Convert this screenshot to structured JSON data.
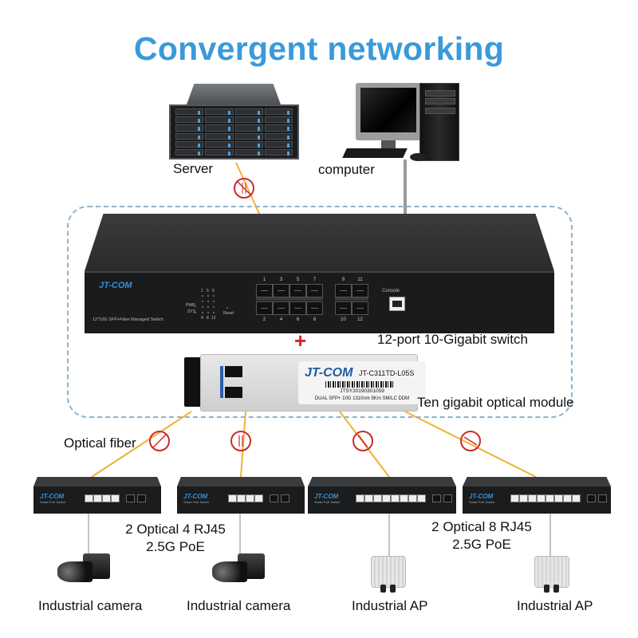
{
  "title": "Convergent networking",
  "top_devices": {
    "server_label": "Server",
    "computer_label": "computer"
  },
  "core_switch": {
    "brand": "JT-COM",
    "model_text": "12*10G SFP+Fiber Managed Switch",
    "led_labels": [
      "PWR",
      "SYS"
    ],
    "led_top_numbers": [
      "1",
      "5",
      "9"
    ],
    "led_bottom_numbers": [
      "4",
      "8",
      "12"
    ],
    "reset_label": "Reset",
    "top_port_numbers": [
      "1",
      "3",
      "5",
      "7",
      "9",
      "11"
    ],
    "bottom_port_numbers": [
      "2",
      "4",
      "6",
      "8",
      "10",
      "12"
    ],
    "console_label": "Console",
    "caption": "12-port 10-Gigabit switch"
  },
  "plus_sign": "+",
  "plus_color": "#d9231f",
  "optical_module": {
    "brand": "JT-COM",
    "model": "JT-C311TD-L05S",
    "serial": "JTSY20190301059",
    "spec": "DUAL  SFP+ 10G  1310nm  5Km SM/LC DDM",
    "caption": "Ten gigabit optical module"
  },
  "fiber_label": "Optical fiber",
  "fiber_color": "#f2b134",
  "no_sign_color": "#cc2a2a",
  "access_switches": [
    {
      "brand": "JT-COM",
      "subtitle": "Smart PoE Switch",
      "rj45_ports": 4,
      "sfp_ports": 2
    },
    {
      "brand": "JT-COM",
      "subtitle": "Smart PoE Switch",
      "rj45_ports": 4,
      "sfp_ports": 2
    },
    {
      "brand": "JT-COM",
      "subtitle": "Smart PoE Switch",
      "rj45_ports": 8,
      "sfp_ports": 2
    },
    {
      "brand": "JT-COM",
      "subtitle": "Smart PoE Switch",
      "rj45_ports": 8,
      "sfp_ports": 2
    }
  ],
  "switch_group_labels": [
    {
      "line1": "2 Optical 4 RJ45",
      "line2": "2.5G PoE"
    },
    {
      "line1": "2 Optical 8 RJ45",
      "line2": "2.5G PoE"
    }
  ],
  "end_devices": [
    {
      "label": "Industrial camera",
      "icon": "camera-icon"
    },
    {
      "label": "Industrial camera",
      "icon": "camera-icon"
    },
    {
      "label": "Industrial AP",
      "icon": "access-point-icon"
    },
    {
      "label": "Industrial AP",
      "icon": "access-point-icon"
    }
  ],
  "colors": {
    "title": "#3a9ad9",
    "dashed_frame": "#8fb2cc",
    "brand_blue": "#3b8fd6"
  }
}
